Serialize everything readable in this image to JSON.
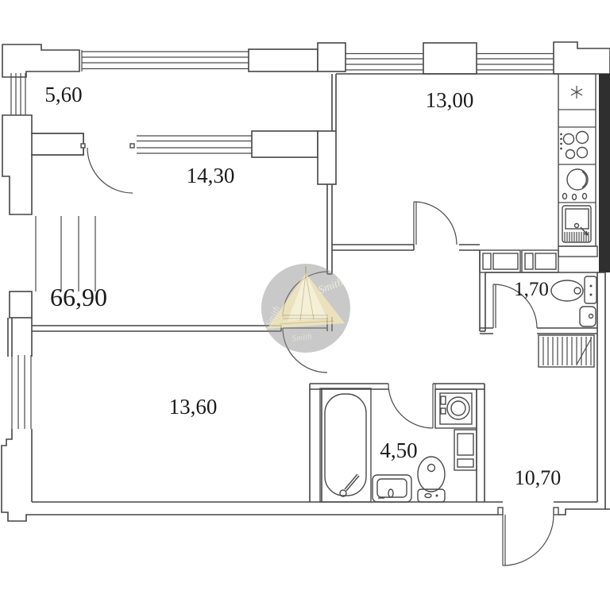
{
  "plan": {
    "title": "apartment-floor-plan",
    "total_area": "66,90",
    "rooms": [
      {
        "id": "balcony",
        "area": "5,60"
      },
      {
        "id": "living-room",
        "area": "14,30"
      },
      {
        "id": "kitchen",
        "area": "13,00"
      },
      {
        "id": "wc",
        "area": "1,70"
      },
      {
        "id": "bedroom",
        "area": "13,60"
      },
      {
        "id": "bathroom",
        "area": "4,50"
      },
      {
        "id": "hallway",
        "area": "10,70"
      }
    ],
    "watermark": {
      "text": "Smith"
    },
    "colors": {
      "line": "#454545",
      "wall_dark": "#2f2f2f",
      "watermark_circle": "#8f8f8f",
      "watermark_triangle": "#e9dcab",
      "background": "#ffffff"
    }
  }
}
